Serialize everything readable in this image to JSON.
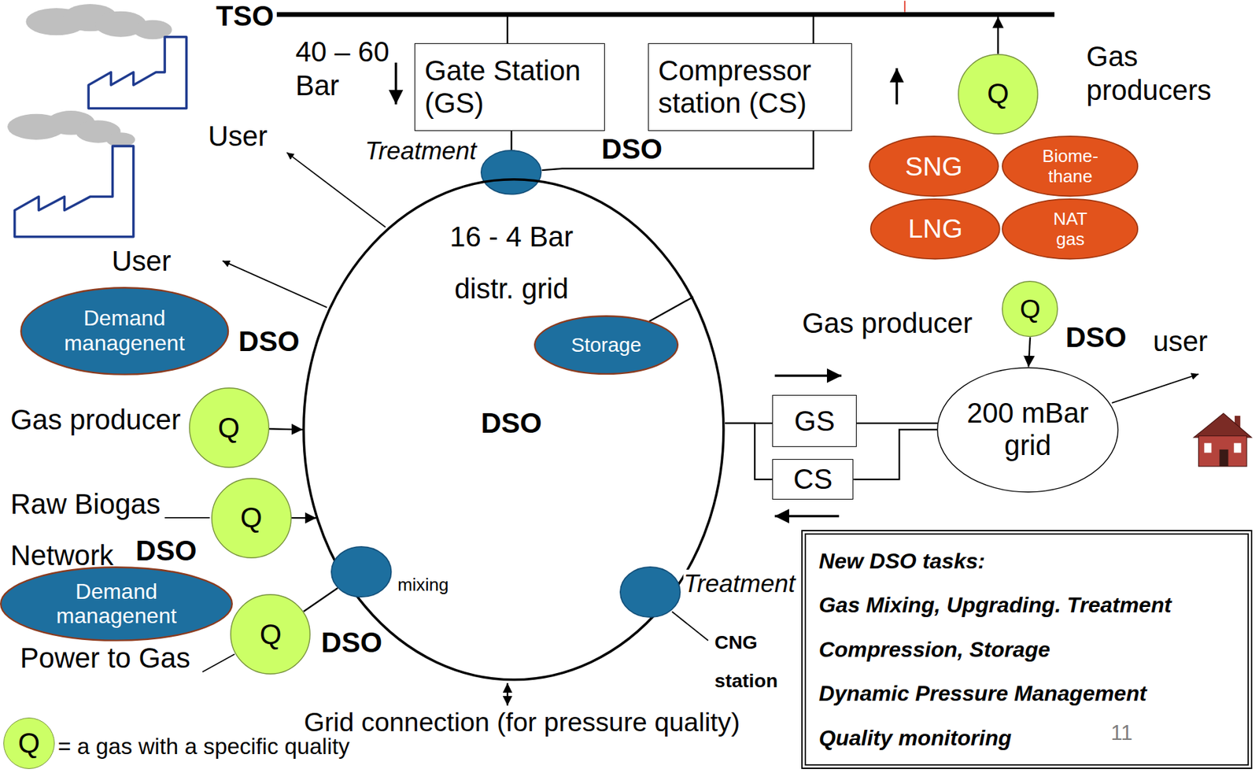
{
  "diagram": {
    "nodes": [
      {
        "text": [
          "TSO"
        ]
      },
      {
        "text": [
          "Gate Station (GS)"
        ]
      },
      {
        "text": [
          "Compressor station (CS)"
        ]
      },
      {
        "text": [
          "Q"
        ]
      },
      {
        "text": [
          "SNG"
        ]
      },
      {
        "text": [
          "Biome- thane"
        ]
      },
      {
        "text": [
          "LNG"
        ]
      },
      {
        "text": [
          "NAT gas"
        ]
      },
      {
        "text": [
          "Treatment"
        ]
      },
      {
        "text": [
          "16 - 4 Bar",
          "distr. grid",
          "DSO"
        ]
      },
      {
        "text": [
          "Storage"
        ],
        "in": 9
      },
      {
        "text": [
          "Demand managenent"
        ]
      },
      {
        "text": [
          "Q"
        ]
      },
      {
        "text": [
          "Q"
        ]
      },
      {
        "text": [
          "Demand managenent"
        ]
      },
      {
        "text": [
          "mixing"
        ]
      },
      {
        "text": [
          "Q"
        ]
      },
      {
        "text": [
          "Treatment"
        ]
      },
      {
        "text": [
          "GS"
        ]
      },
      {
        "text": [
          "CS"
        ]
      },
      {
        "text": [
          "Q"
        ]
      },
      {
        "text": [
          "200 mBar grid"
        ]
      },
      {
        "text": [
          "New DSO tasks:",
          "Gas Mixing, Upgrading. Treatment",
          "Compression, Storage",
          "Dynamic Pressure Management",
          "Quality monitoring"
        ]
      }
    ],
    "edges": [
      {
        "from": 0,
        "to": 1,
        "arrow": "none"
      },
      {
        "from": 0,
        "to": 2,
        "arrow": "none"
      },
      {
        "from": 3,
        "to": 0,
        "arrow": "to"
      },
      {
        "from": 1,
        "to": 8,
        "arrow": "none"
      },
      {
        "from": 2,
        "to": 8,
        "arrow": "none"
      },
      {
        "from": 10,
        "to": 9,
        "arrow": "none"
      },
      {
        "from": 12,
        "to": 9,
        "arrow": "to"
      },
      {
        "from": 13,
        "to": 9,
        "arrow": "to"
      },
      {
        "from": 16,
        "to": 15,
        "arrow": "none"
      },
      {
        "from": 9,
        "to": 18,
        "arrow": "none"
      },
      {
        "from": 9,
        "to": 19,
        "arrow": "none"
      },
      {
        "from": 18,
        "to": 21,
        "arrow": "none"
      },
      {
        "from": 19,
        "to": 21,
        "arrow": "none"
      },
      {
        "from": 20,
        "to": 21,
        "arrow": "to"
      }
    ],
    "labels": [
      "40 – 60 Bar",
      "DSO",
      "Gas producers",
      "User",
      "User",
      "DSO",
      "Gas producer",
      "Raw Biogas",
      "Network",
      "DSO",
      "Power to Gas",
      "DSO",
      "CNG station",
      "Grid connection (for pressure quality)",
      "Gas producer",
      "DSO",
      "user",
      "11",
      "Q"
    ],
    "legend": [
      {
        "text": "= a gas with a specific quality",
        "color": "#ccff66"
      }
    ]
  }
}
